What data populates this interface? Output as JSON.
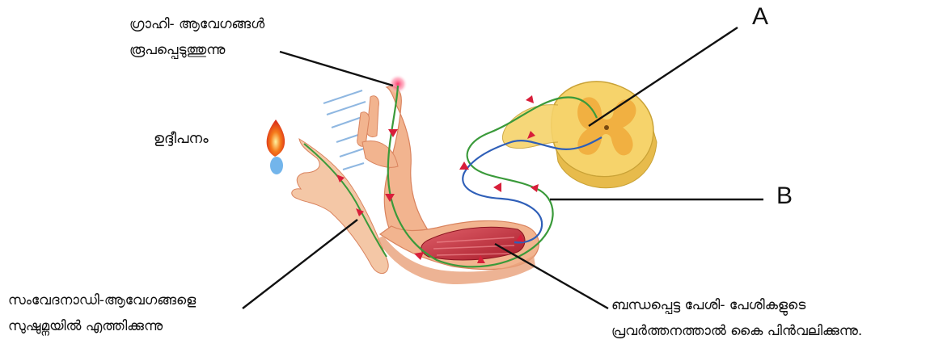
{
  "labels": {
    "receptor": {
      "line1": "ഗ്രാഹി- ആവേഗങ്ങൾ",
      "line2": "രൂപപ്പെടുത്തുന്നു"
    },
    "stimulus": "ഉദ്ദീപനം",
    "sensory_neuron": {
      "line1": "സംവേദനാഡി-ആവേഗങ്ങളെ",
      "line2": "സുഷുമ്നയിൽ എത്തിക്കുന്നു"
    },
    "muscle": {
      "line1": "ബന്ധപ്പെട്ട പേശി- പേശികളുടെ",
      "line2": "പ്രവർത്തനത്താൽ കൈ പിൻവലിക്കുന്നു."
    },
    "A": "A",
    "B": "B"
  },
  "colors": {
    "skin": "#f2b48f",
    "skin_shadow": "#d9835e",
    "muscle": "#c8323c",
    "spinal_cord": "#f6d36b",
    "grey_matter": "#f0a93a",
    "sensory_nerve": "#3a9a3a",
    "motor_nerve": "#2f5fb8",
    "arrow": "#d81e3a",
    "flame": "#e0281c",
    "flame_blue": "#5aa8e8"
  }
}
